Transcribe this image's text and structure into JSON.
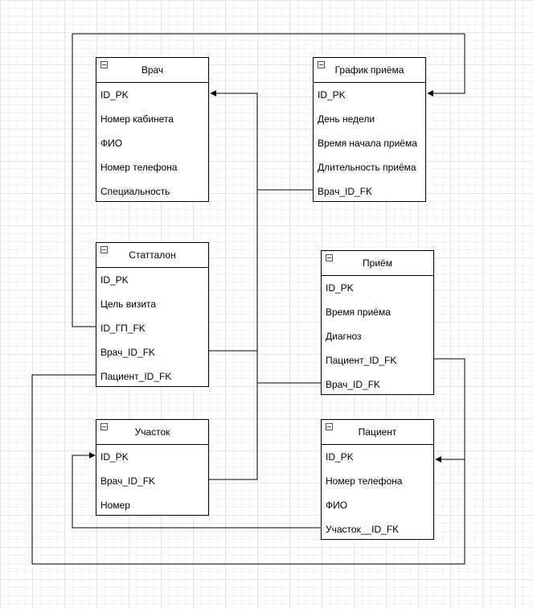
{
  "entities": {
    "vrach": {
      "title": "Врач",
      "fields": [
        "ID_PK",
        "Номер кабинета",
        "ФИО",
        "Номер телефона",
        "Специальность"
      ]
    },
    "grafik": {
      "title": "График приёма",
      "fields": [
        "ID_PK",
        "День недели",
        "Время начала приёма",
        "Длительность приёма",
        "Врач_ID_FK"
      ]
    },
    "stattalon": {
      "title": "Статталон",
      "fields": [
        "ID_PK",
        "Цель визита",
        "ID_ГП_FK",
        "Врач_ID_FK",
        "Пациент_ID_FK"
      ]
    },
    "priem": {
      "title": "Приём",
      "fields": [
        "ID_PK",
        "Время приёма",
        "Диагноз",
        "Пациент_ID_FK",
        "Врач_ID_FK"
      ]
    },
    "uchastok": {
      "title": "Участок",
      "fields": [
        "ID_PK",
        "Врач_ID_FK",
        "Номер"
      ]
    },
    "pacient": {
      "title": "Пациент",
      "fields": [
        "ID_PK",
        "Номер телефона",
        "ФИО",
        "Участок__ID_FK"
      ]
    }
  }
}
